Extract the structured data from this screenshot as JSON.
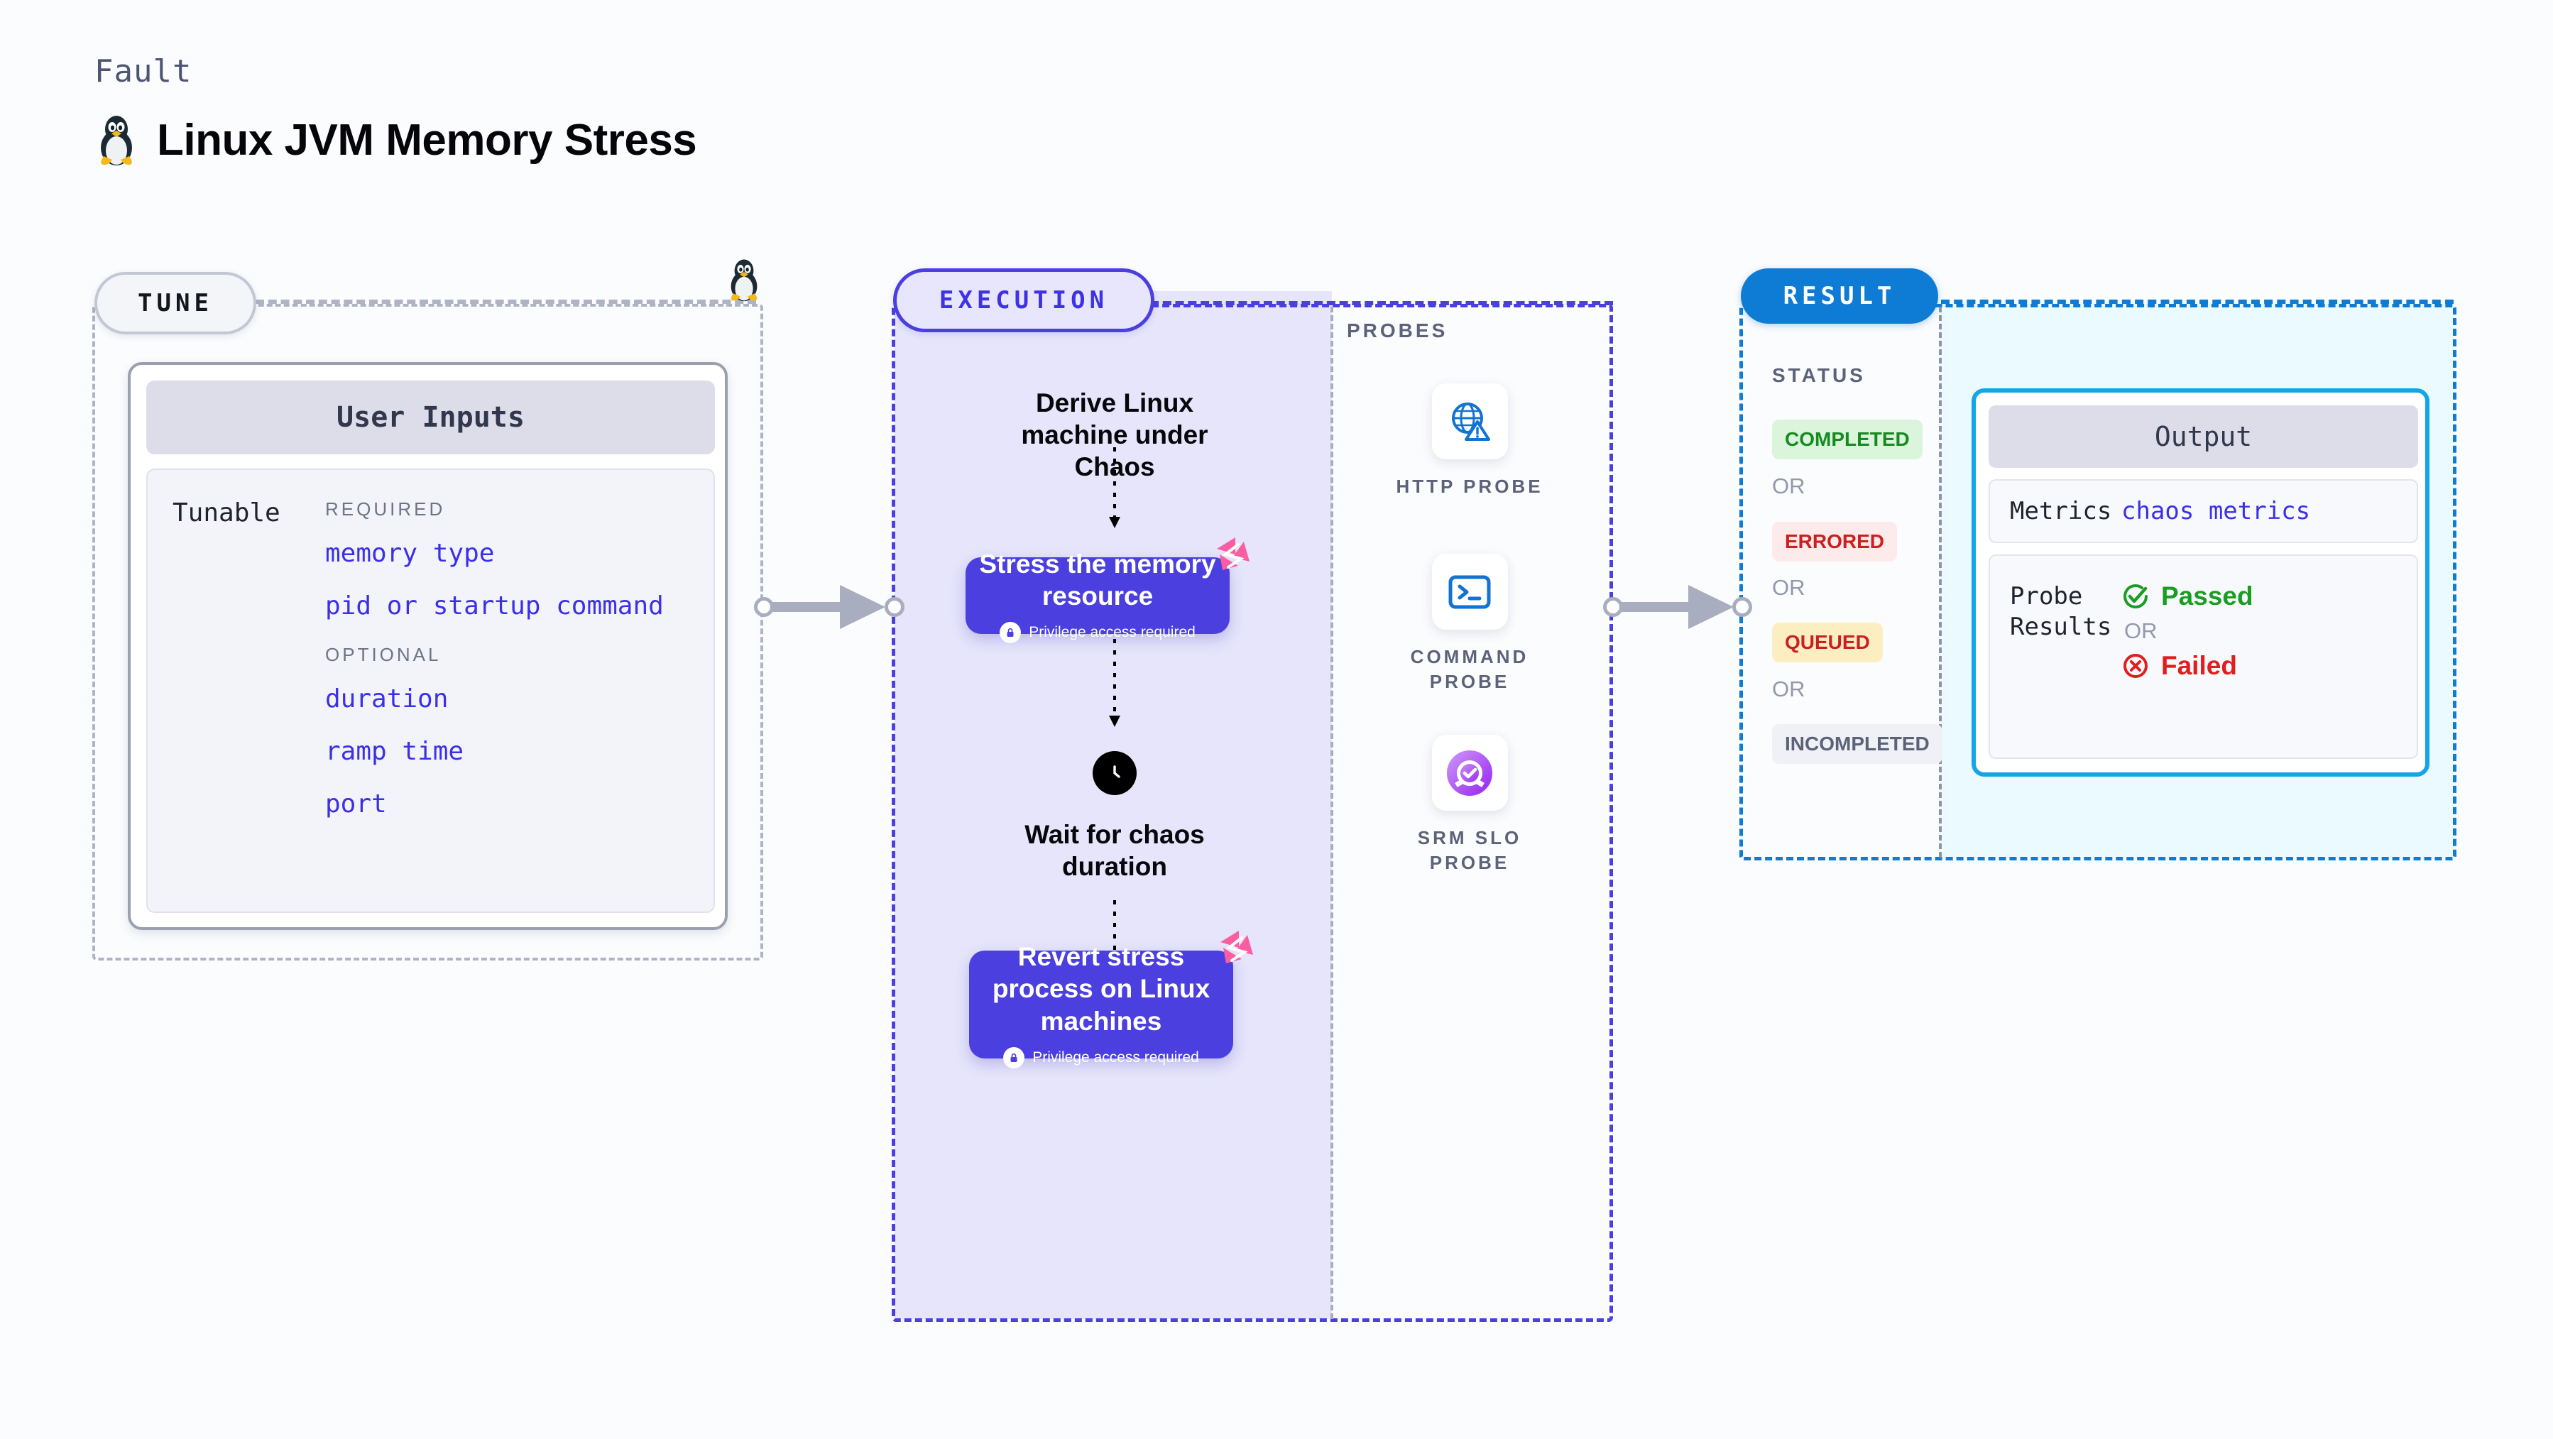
{
  "header": {
    "kicker": "Fault",
    "title": "Linux JVM Memory Stress",
    "icon": "linux-penguin-icon"
  },
  "tune": {
    "pill_label": "TUNE",
    "card_title": "User Inputs",
    "tunable_label": "Tunable",
    "groups": [
      {
        "title": "REQUIRED",
        "items": [
          "memory type",
          "pid or startup command"
        ]
      },
      {
        "title": "OPTIONAL",
        "items": [
          "duration",
          "ramp time",
          "port"
        ]
      }
    ]
  },
  "execution": {
    "pill_label": "EXECUTION",
    "steps": [
      {
        "type": "text",
        "label": "Derive Linux machine under Chaos"
      },
      {
        "type": "action",
        "label": "Stress the memory resource",
        "privilege": "Privilege access required",
        "badge": "harness-logo-icon"
      },
      {
        "type": "wait",
        "label": "Wait for chaos duration",
        "icon": "clock-icon"
      },
      {
        "type": "action",
        "label": "Revert stress process on Linux machines",
        "privilege": "Privilege access required",
        "badge": "harness-logo-icon"
      }
    ]
  },
  "probes": {
    "title": "PROBES",
    "items": [
      {
        "label": "HTTP PROBE",
        "icon": "globe-warning-icon"
      },
      {
        "label": "COMMAND PROBE",
        "icon": "terminal-icon"
      },
      {
        "label": "SRM SLO PROBE",
        "icon": "srm-slo-donut-icon"
      }
    ]
  },
  "result": {
    "pill_label": "RESULT",
    "status_title": "STATUS",
    "or_label": "OR",
    "statuses": [
      {
        "label": "COMPLETED",
        "bg": "#dbf5dd",
        "fg": "#178a21"
      },
      {
        "label": "ERRORED",
        "bg": "#fdeaea",
        "fg": "#cc2020"
      },
      {
        "label": "QUEUED",
        "bg": "#fdeec2",
        "fg": "#cc2020"
      },
      {
        "label": "INCOMPLETED",
        "bg": "#eff1f6",
        "fg": "#5c6379"
      }
    ],
    "output": {
      "title": "Output",
      "metrics_key": "Metrics",
      "metrics_value": "chaos metrics",
      "probe_key": "Probe Results",
      "passed_label": "Passed",
      "failed_label": "Failed",
      "or_label": "OR"
    }
  },
  "colors": {
    "accent_purple": "#4b3fe0",
    "accent_blue": "#0e7bd4",
    "accent_cyan": "#15a5e6",
    "pink_badge": "#fb5ea0",
    "green": "#1a9e22",
    "red": "#e11d1d",
    "code_blue": "#3b30e8"
  }
}
